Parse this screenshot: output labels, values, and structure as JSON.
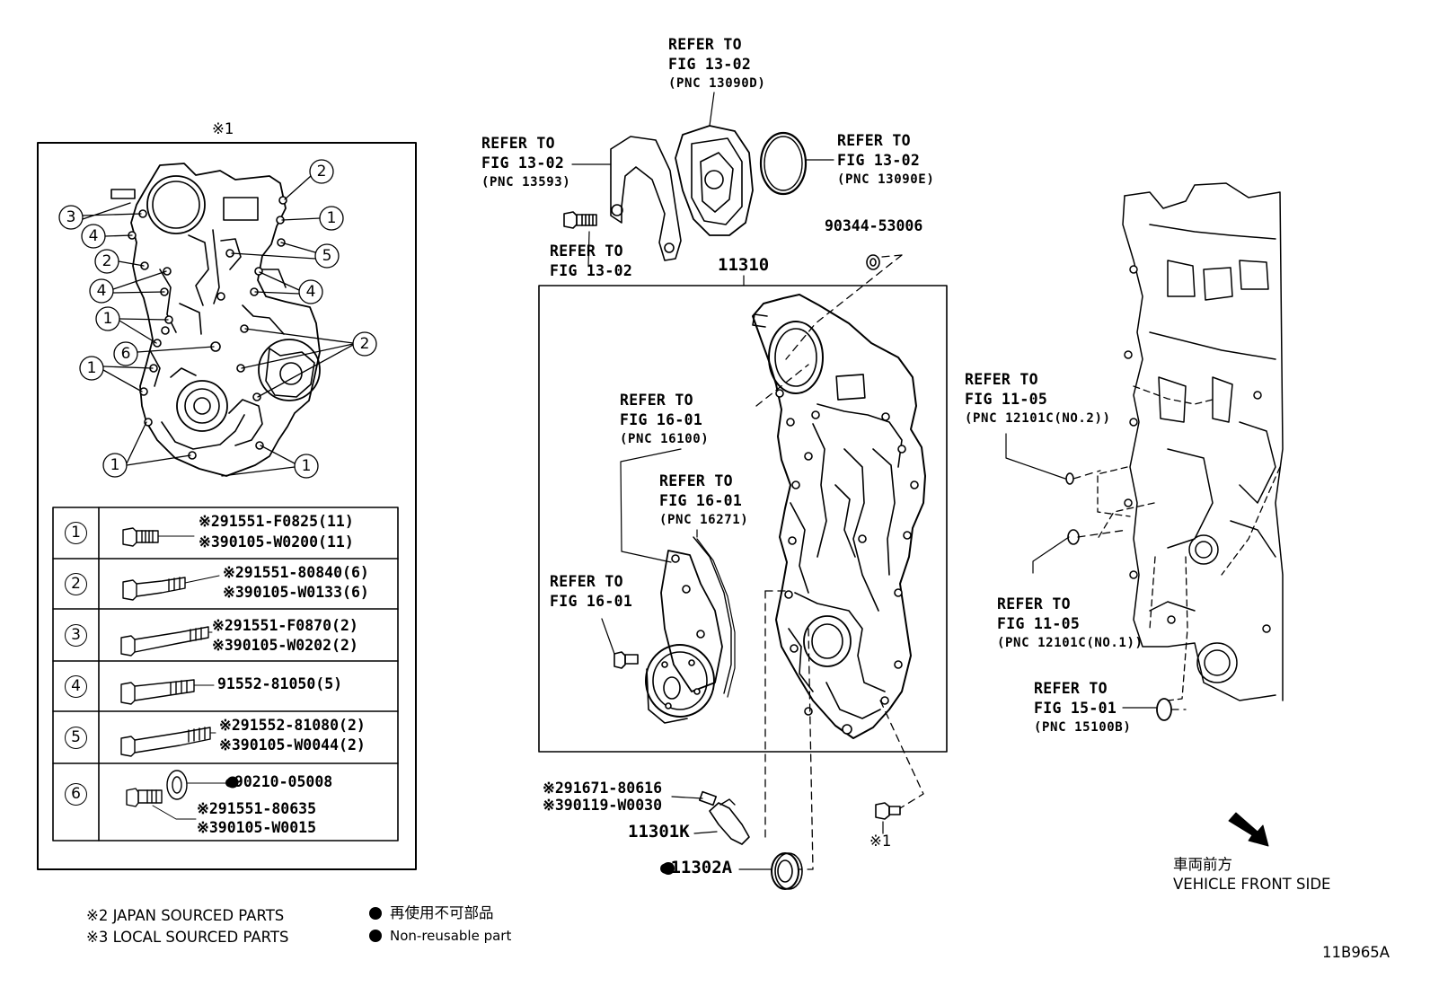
{
  "diagram_id": "11B965A",
  "notes": {
    "marker_1": "※1",
    "japan_sourced": "※2 JAPAN SOURCED PARTS",
    "local_sourced": "※3 LOCAL SOURCED PARTS",
    "nonreusable_jp": "再使用不可部品",
    "nonreusable_en": "Non-reusable part"
  },
  "vehicle_front": {
    "jp": "車両前方",
    "en": "VEHICLE FRONT SIDE"
  },
  "inset": {
    "title": "※1",
    "callouts": [
      "1",
      "2",
      "3",
      "4",
      "5",
      "6"
    ]
  },
  "bolt_table": {
    "rows": [
      {
        "num": "1",
        "parts": [
          "※291551-F0825(11)",
          "※390105-W0200(11)"
        ]
      },
      {
        "num": "2",
        "parts": [
          "※291551-80840(6)",
          "※390105-W0133(6)"
        ]
      },
      {
        "num": "3",
        "parts": [
          "※291551-F0870(2)",
          "※390105-W0202(2)"
        ]
      },
      {
        "num": "4",
        "parts": [
          "91552-81050(5)"
        ]
      },
      {
        "num": "5",
        "parts": [
          "※291552-81080(2)",
          "※390105-W0044(2)"
        ]
      },
      {
        "num": "6",
        "parts": [
          "●90210-05008",
          "※291551-80635",
          "※390105-W0015"
        ]
      }
    ]
  },
  "refs": {
    "fig_13_02_d": [
      "REFER TO",
      "FIG 13-02",
      "(PNC 13090D)"
    ],
    "fig_13_02_593": [
      "REFER TO",
      "FIG 13-02",
      "(PNC 13593)"
    ],
    "fig_13_02_e": [
      "REFER TO",
      "FIG 13-02",
      "(PNC 13090E)"
    ],
    "fig_13_02_bolt": [
      "REFER TO",
      "FIG 13-02"
    ],
    "fig_16_01_100": [
      "REFER TO",
      "FIG 16-01",
      "(PNC 16100)"
    ],
    "fig_16_01_271": [
      "REFER TO",
      "FIG 16-01",
      "(PNC 16271)"
    ],
    "fig_16_01_bolt": [
      "REFER TO",
      "FIG 16-01"
    ],
    "fig_11_05_no2": [
      "REFER TO",
      "FIG 11-05",
      "(PNC 12101C(NO.2))"
    ],
    "fig_11_05_no1": [
      "REFER TO",
      "FIG 11-05",
      "(PNC 12101C(NO.1))"
    ],
    "fig_15_01": [
      "REFER TO",
      "FIG 15-01",
      "(PNC 15100B)"
    ]
  },
  "parts": {
    "cover": "11310",
    "plug": "90344-53006",
    "sensor": "11301K",
    "seal": "●11302A",
    "sensor_bolt_jp": "※291671-80616",
    "sensor_bolt_local": "※390119-W0030",
    "bolt_marker": "※1"
  }
}
